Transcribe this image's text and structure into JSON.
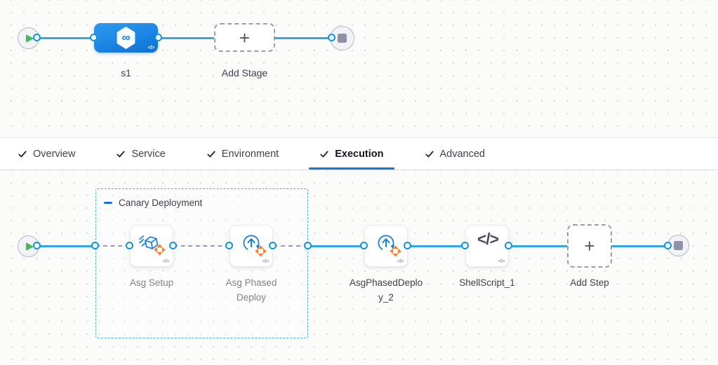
{
  "tabs": {
    "items": [
      {
        "label": "Overview",
        "state": "completed",
        "active": false
      },
      {
        "label": "Service",
        "state": "completed",
        "active": false
      },
      {
        "label": "Environment",
        "state": "completed",
        "active": false
      },
      {
        "label": "Execution",
        "state": "completed",
        "active": true
      },
      {
        "label": "Advanced",
        "state": "completed",
        "active": false
      }
    ]
  },
  "stage_pipeline": {
    "stage": {
      "label": "s1",
      "icon": "deployment-infinity-icon"
    },
    "add_stage": {
      "label": "Add Stage"
    }
  },
  "execution": {
    "group": {
      "label": "Canary Deployment"
    },
    "steps": [
      {
        "label": "Asg Setup",
        "icon": "asg-setup-cube-icon"
      },
      {
        "label": "Asg Phased Deploy",
        "icon": "asg-phased-deploy-rotate-icon"
      },
      {
        "label": "AsgPhasedDeploy_2",
        "icon": "asg-phased-deploy-rotate-icon"
      },
      {
        "label": "ShellScript_1",
        "icon": "shell-script-code-icon"
      }
    ],
    "add_step": {
      "label": "Add Step"
    }
  },
  "glyphs": {
    "plus": "+",
    "infinity": "∞",
    "code_badge": "</>",
    "shell_code": "</>",
    "collapse": "−"
  },
  "colors": {
    "connector_blue": "#36a3e4",
    "connector_dot_ring": "#0d94e2",
    "dashed_gray": "#9799ac",
    "stage_blue": "#1b84e4",
    "group_border_blue": "#3cb1e9",
    "tab_underline": "#1a76cf",
    "accent_orange": "#ff7d2b",
    "icon_blue": "#1d7fd9",
    "play_green": "#44b95c",
    "text_dark": "#3f4151"
  }
}
